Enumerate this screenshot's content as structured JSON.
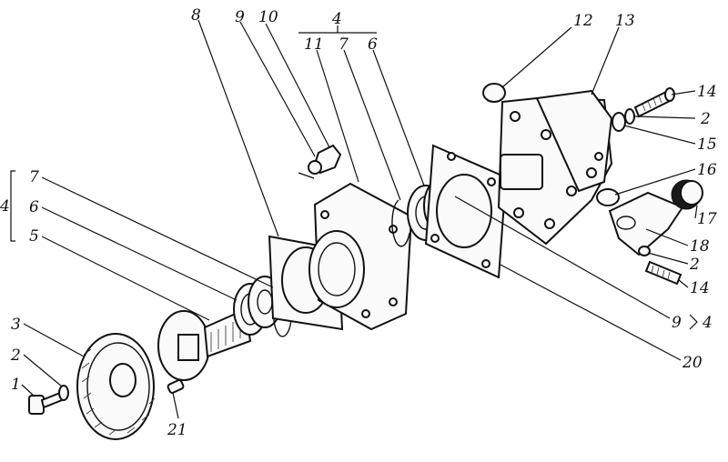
{
  "diagram": {
    "callouts": {
      "c1": "1",
      "c2a": "2",
      "c2b": "2",
      "c2c": "2",
      "c3": "3",
      "c4top": "4",
      "c4left": "4",
      "c4right": "4",
      "c5": "5",
      "c6a": "6",
      "c6b": "6",
      "c7a": "7",
      "c7b": "7",
      "c8": "8",
      "c9a": "9",
      "c9b": "9",
      "c10": "10",
      "c11": "11",
      "c12": "12",
      "c13": "13",
      "c14a": "14",
      "c14b": "14",
      "c15": "15",
      "c16": "16",
      "c17": "17",
      "c18": "18",
      "c20": "20",
      "c21": "21"
    }
  }
}
